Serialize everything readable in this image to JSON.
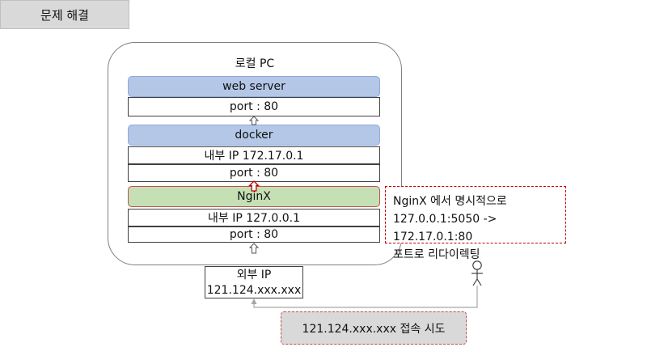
{
  "header": {
    "title": "문제 해결"
  },
  "local_pc": {
    "label": "로컬 PC",
    "web_server": "web server",
    "web_port": "port : 80",
    "docker": "docker",
    "docker_ip": "내부 IP 172.17.0.1",
    "docker_port": "port : 80",
    "nginx": "NginX",
    "nginx_ip": "내부 IP 127.0.0.1",
    "nginx_port": "port : 80"
  },
  "note": {
    "line1": "NginX 에서 명시적으로",
    "line2": "127.0.0.1:5050 -> 172.17.0.1:80",
    "line3": "포트로 리다이렉팅"
  },
  "external": {
    "line1": "외부 IP",
    "line2": "121.124.xxx.xxx"
  },
  "access": {
    "label": "121.124.xxx.xxx 접속 시도"
  },
  "colors": {
    "blue_box": "#b4c7e7",
    "green_box": "#c5e0b4",
    "highlight_red": "#c00000",
    "gray_box": "#d9d9d9"
  }
}
